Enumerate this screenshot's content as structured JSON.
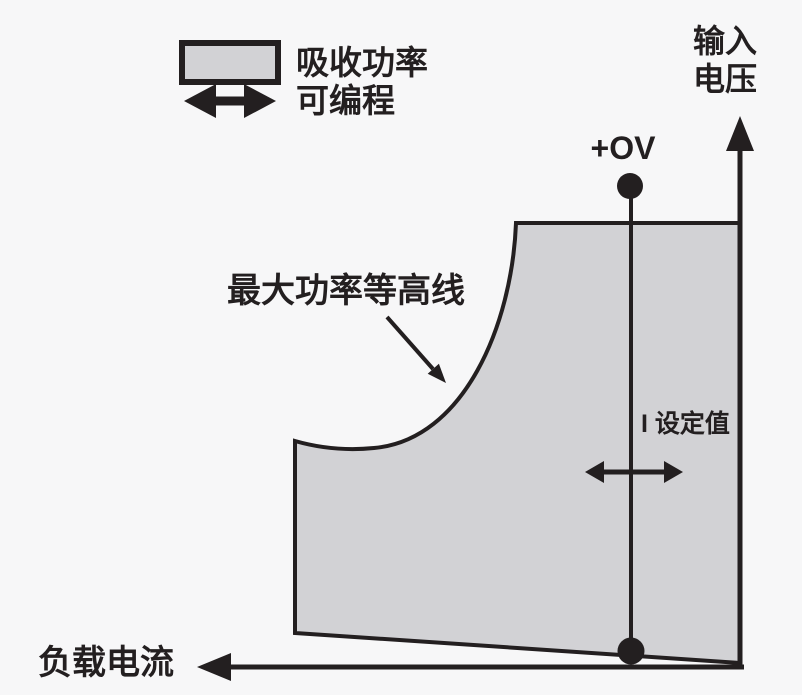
{
  "colors": {
    "background": "#f7f7f8",
    "region_fill": "#d2d2d5",
    "line": "#231f20"
  },
  "legend": {
    "absorbed_power_label": "吸收功率",
    "programmable_label": "可编程"
  },
  "axes": {
    "y_axis_label": "输入\n电压",
    "x_axis_label": "负载电流"
  },
  "annotations": {
    "over_voltage_label": "+OV",
    "max_power_contour_label": "最大功率等高线",
    "current_setpoint_label": "I 设定值"
  }
}
